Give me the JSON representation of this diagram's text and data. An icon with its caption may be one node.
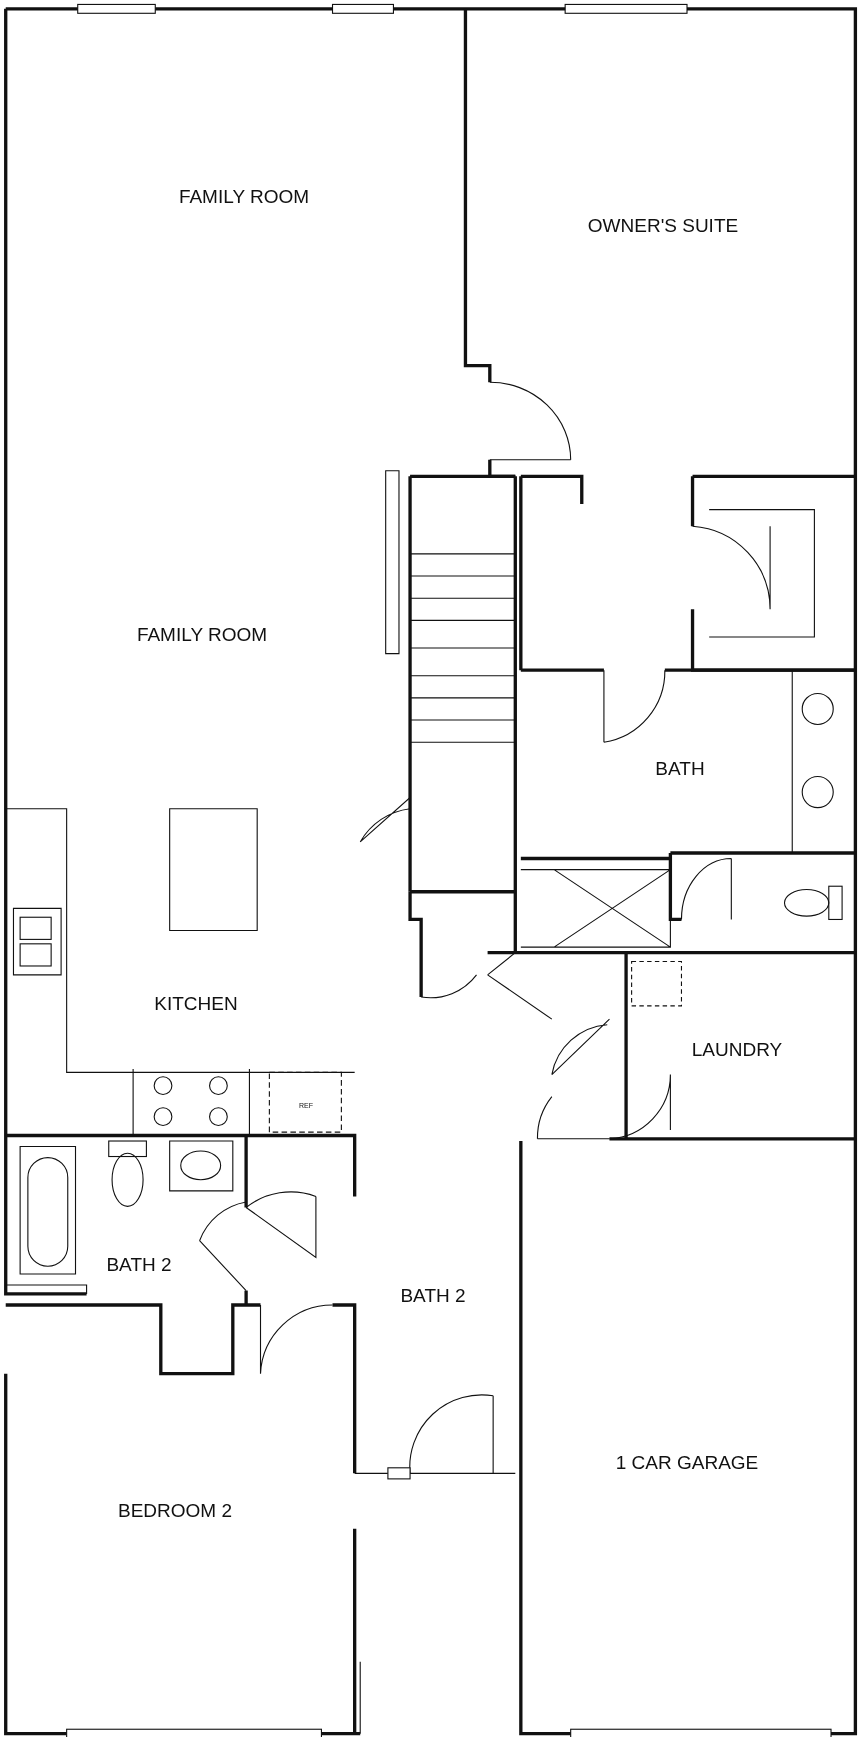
{
  "diagram": {
    "labels": [
      "FAMILY ROOM",
      "OWNER'S SUITE",
      "FAMILY ROOM",
      "BATH",
      "KITCHEN",
      "REF",
      "LAUNDRY",
      "BATH 2",
      "BATH 2",
      "1 CAR GARAGE",
      "BEDROOM 2"
    ]
  }
}
